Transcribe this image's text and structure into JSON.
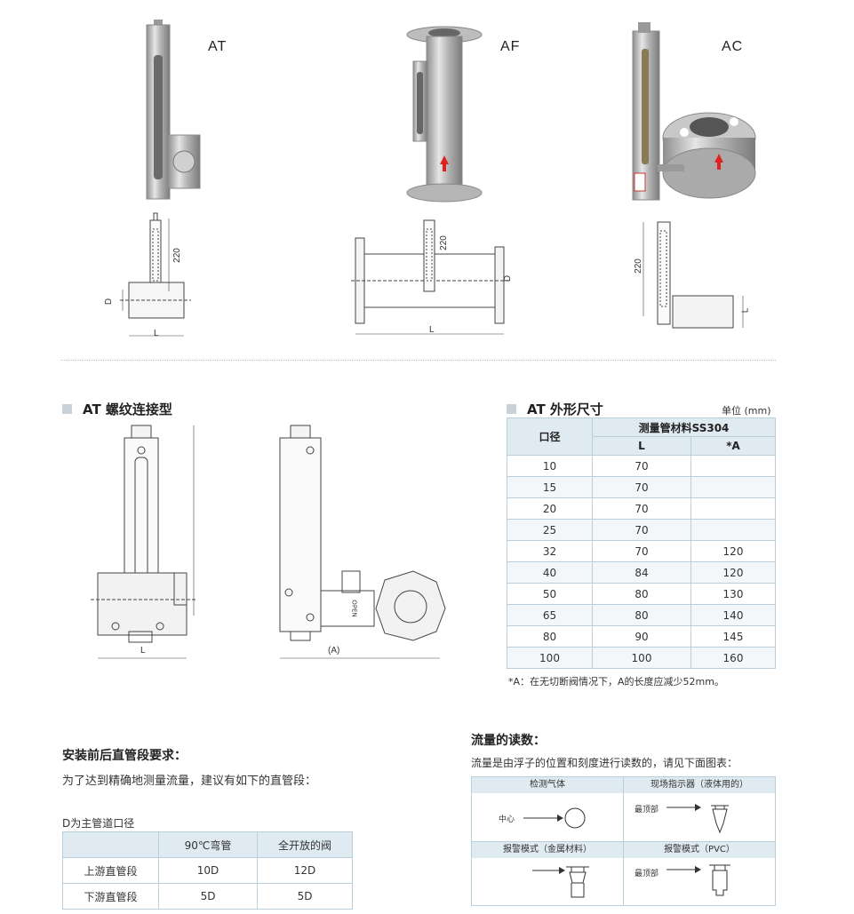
{
  "models": [
    {
      "label": "AT",
      "dims": {
        "h": "220",
        "d": "D",
        "l": "L"
      }
    },
    {
      "label": "AF",
      "dims": {
        "h": "220",
        "d": "D",
        "l": "L"
      }
    },
    {
      "label": "AC",
      "dims": {
        "h": "220",
        "l": "L"
      }
    }
  ],
  "at_section": {
    "title": "AT 螺纹连接型",
    "dim_l": "L",
    "dim_a": "(A)",
    "valve_text": "OPEN"
  },
  "dims_table": {
    "title": "AT 外形尺寸",
    "unit": "单位 (mm)",
    "header_col1": "口径",
    "header_group": "测量管材料SS304",
    "header_l": "L",
    "header_a": "*A",
    "rows": [
      {
        "d": "10",
        "l": "70",
        "a": ""
      },
      {
        "d": "15",
        "l": "70",
        "a": ""
      },
      {
        "d": "20",
        "l": "70",
        "a": ""
      },
      {
        "d": "25",
        "l": "70",
        "a": ""
      },
      {
        "d": "32",
        "l": "70",
        "a": "120"
      },
      {
        "d": "40",
        "l": "84",
        "a": "120"
      },
      {
        "d": "50",
        "l": "80",
        "a": "130"
      },
      {
        "d": "65",
        "l": "80",
        "a": "140"
      },
      {
        "d": "80",
        "l": "90",
        "a": "145"
      },
      {
        "d": "100",
        "l": "100",
        "a": "160"
      }
    ],
    "note": "*A：在无切断阀情况下，A的长度应减少52mm。"
  },
  "install": {
    "title": "安装前后直管段要求：",
    "text": "为了达到精确地测量流量，建议有如下的直管段：",
    "caption": "D为主管道口径",
    "headers": [
      "",
      "90℃弯管",
      "全开放的阀"
    ],
    "rows": [
      [
        "上游直管段",
        "10D",
        "12D"
      ],
      [
        "下游直管段",
        "5D",
        "5D"
      ]
    ]
  },
  "reading": {
    "title": "流量的读数：",
    "text": "流量是由浮子的位置和刻度进行读数的，请见下面图表：",
    "cells": [
      {
        "head": "检测气体",
        "label": "中心"
      },
      {
        "head": "现场指示器（液体用的）",
        "label": "最顶部"
      },
      {
        "head": "报警模式（金属材料）",
        "label": ""
      },
      {
        "head": "报警模式（PVC）",
        "label": "最顶部"
      }
    ]
  }
}
